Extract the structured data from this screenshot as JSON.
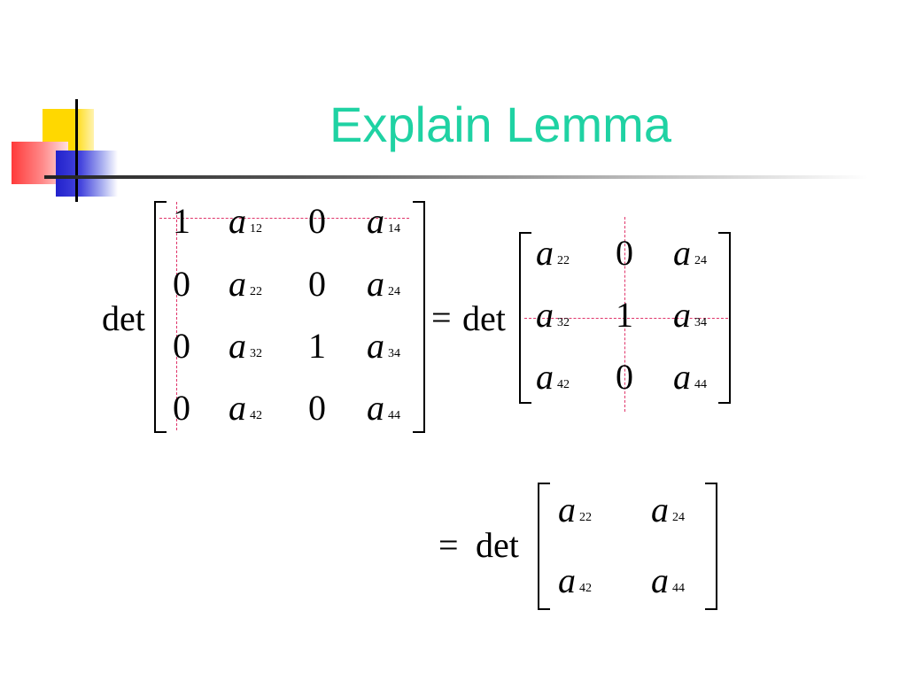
{
  "slide": {
    "title": "Explain Lemma"
  },
  "equation": {
    "det": "det",
    "equals": "=",
    "var": "a",
    "matrix4": [
      [
        {
          "t": "1"
        },
        {
          "v": "a",
          "s": "12"
        },
        {
          "t": "0"
        },
        {
          "v": "a",
          "s": "14"
        }
      ],
      [
        {
          "t": "0"
        },
        {
          "v": "a",
          "s": "22"
        },
        {
          "t": "0"
        },
        {
          "v": "a",
          "s": "24"
        }
      ],
      [
        {
          "t": "0"
        },
        {
          "v": "a",
          "s": "32"
        },
        {
          "t": "1"
        },
        {
          "v": "a",
          "s": "34"
        }
      ],
      [
        {
          "t": "0"
        },
        {
          "v": "a",
          "s": "42"
        },
        {
          "t": "0"
        },
        {
          "v": "a",
          "s": "44"
        }
      ]
    ],
    "matrix3": [
      [
        {
          "v": "a",
          "s": "22"
        },
        {
          "t": "0"
        },
        {
          "v": "a",
          "s": "24"
        }
      ],
      [
        {
          "v": "a",
          "s": "32"
        },
        {
          "t": "1"
        },
        {
          "v": "a",
          "s": "34"
        }
      ],
      [
        {
          "v": "a",
          "s": "42"
        },
        {
          "t": "0"
        },
        {
          "v": "a",
          "s": "44"
        }
      ]
    ],
    "matrix2": [
      [
        {
          "v": "a",
          "s": "22"
        },
        {
          "v": "a",
          "s": "24"
        }
      ],
      [
        {
          "v": "a",
          "s": "42"
        },
        {
          "v": "a",
          "s": "44"
        }
      ]
    ]
  }
}
